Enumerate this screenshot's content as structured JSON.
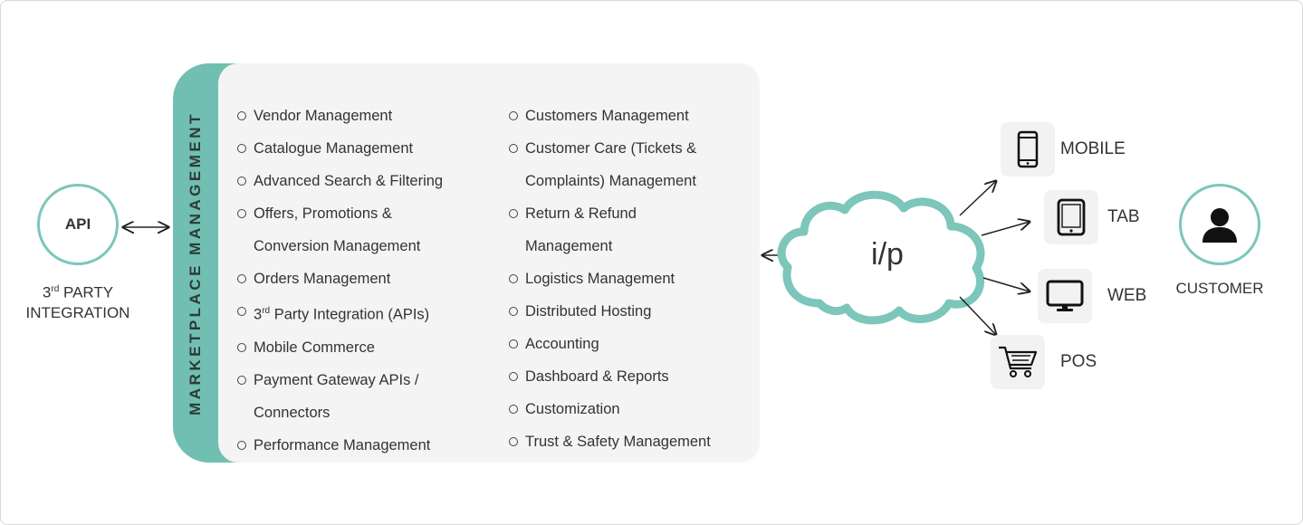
{
  "api": {
    "label": "API",
    "caption_line1_prefix": "3",
    "caption_line1_sup": "rd",
    "caption_line1_suffix": " PARTY",
    "caption_line2": "INTEGRATION"
  },
  "panel": {
    "title": "MARKETPLACE MANAGEMENT",
    "left_items": [
      "Vendor Management",
      "Catalogue Management",
      "Advanced Search & Filtering",
      "Offers, Promotions & Conversion Management",
      "Orders Management",
      "Party Integration (APIs)",
      "Mobile Commerce",
      "Payment Gateway APIs / Connectors",
      "Performance Management"
    ],
    "left_item_6_prefix": "3",
    "left_item_6_sup": "rd",
    "right_items": [
      "Customers Management",
      "Customer Care (Tickets & Complaints) Management",
      "Return & Refund Management",
      "Logistics Management",
      "Distributed Hosting",
      "Accounting",
      "Dashboard & Reports",
      "Customization",
      "Trust & Safety Management"
    ]
  },
  "cloud": {
    "label": "i/p"
  },
  "devices": [
    {
      "label": "MOBILE",
      "icon": "mobile-icon"
    },
    {
      "label": "TAB",
      "icon": "tablet-icon"
    },
    {
      "label": "WEB",
      "icon": "monitor-icon"
    },
    {
      "label": "POS",
      "icon": "cart-icon"
    }
  ],
  "customer": {
    "label": "CUSTOMER",
    "icon": "user-icon"
  },
  "colors": {
    "accent": "#70bfb2",
    "circle_border": "#7cc6bb",
    "panel_bg": "#f4f4f4"
  }
}
